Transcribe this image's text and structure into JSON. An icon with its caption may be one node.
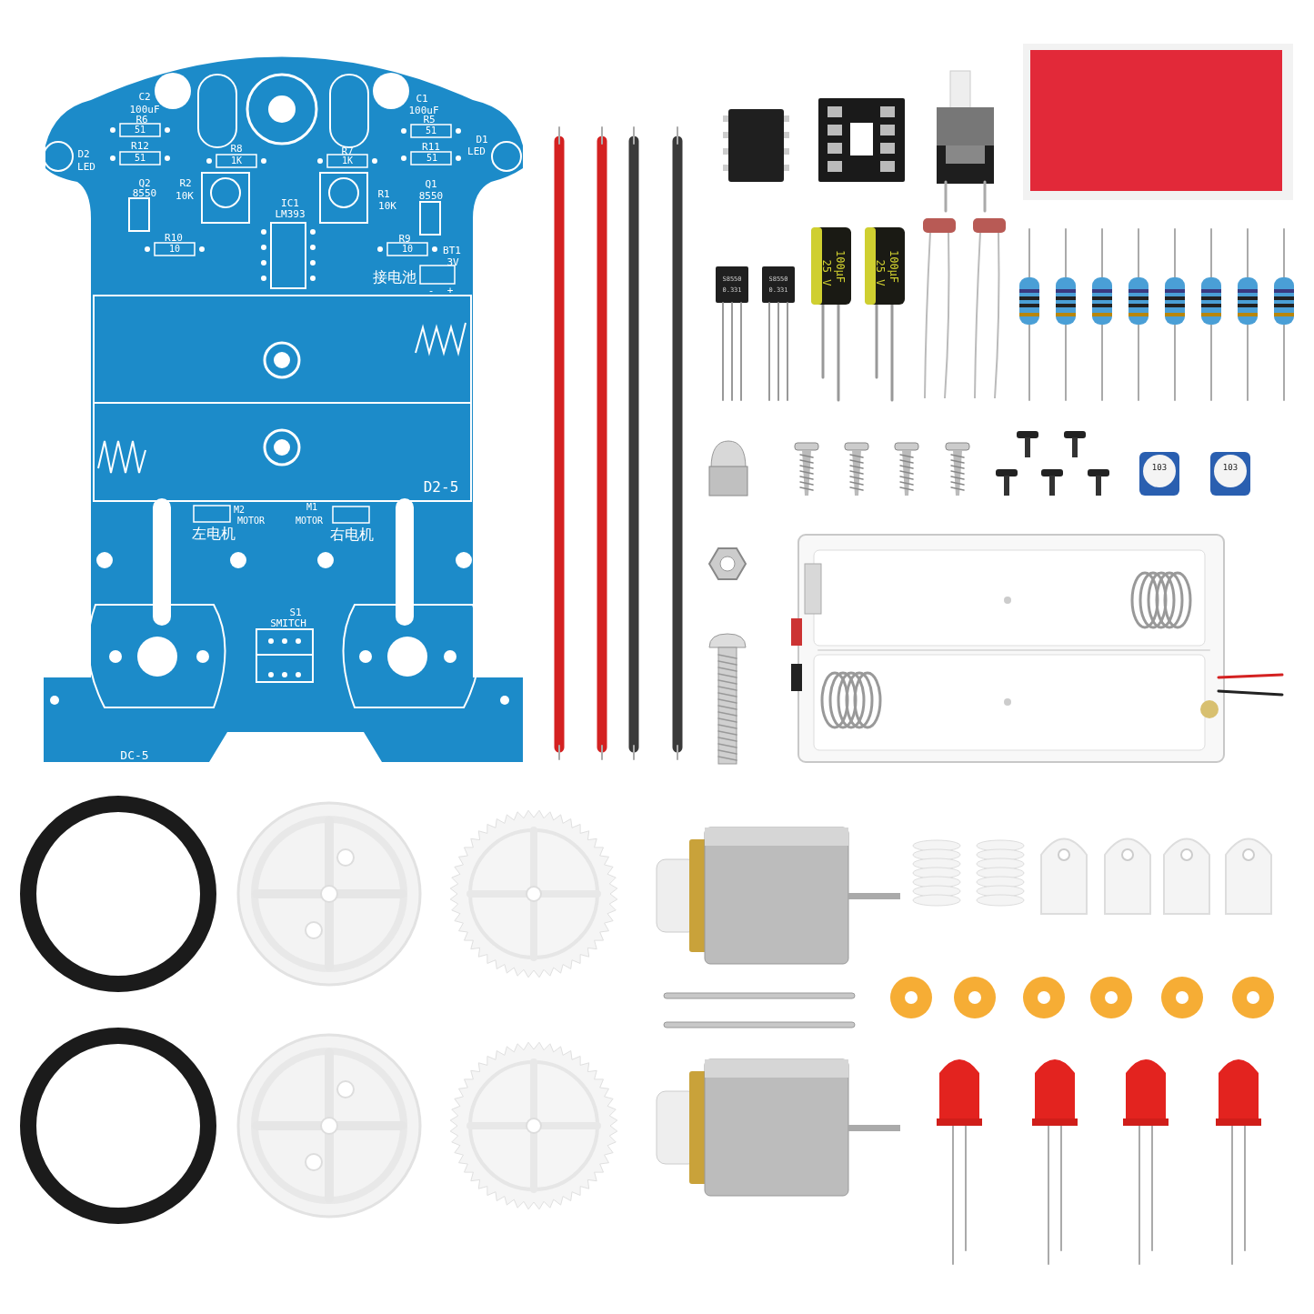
{
  "diagram": {
    "labels": [
      "C2",
      "100uF",
      "R6",
      "51",
      "R12",
      "51",
      "D2",
      "LED",
      "R8",
      "1K",
      "R2",
      "10K",
      "Q2",
      "8550",
      "R10",
      "10",
      "IC1",
      "LM393",
      "R7",
      "1K",
      "R1",
      "10K",
      "C1",
      "100uF",
      "R5",
      "51",
      "R11",
      "51",
      "D1",
      "LED",
      "Q1",
      "8550",
      "R9",
      "10",
      "BT1",
      "3V",
      "接电池",
      "-",
      "+",
      "D2-5",
      "M2",
      "MOTOR",
      "左电机",
      "M1",
      "MOTOR",
      "右电机",
      "S1",
      "SMITCH",
      "DC-5",
      "S8550",
      "0.331",
      "S8550",
      "0.331",
      "100µF",
      "25 V",
      "100µF",
      "25 V",
      "103",
      "103"
    ]
  }
}
